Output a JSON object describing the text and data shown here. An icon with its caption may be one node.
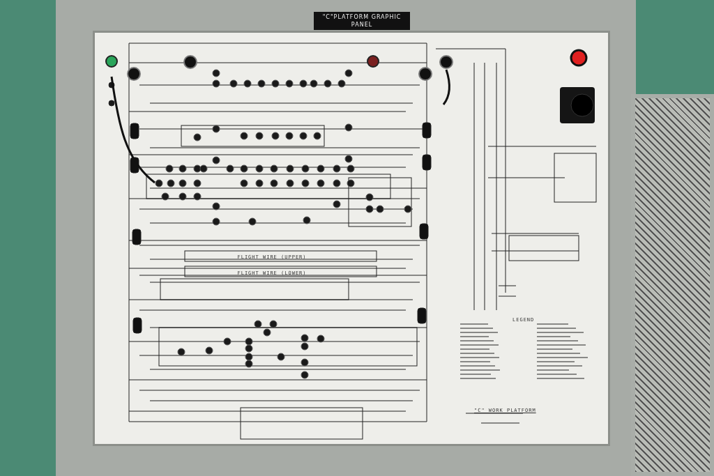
{
  "diagram": {
    "title": "\"C\"PLATFORM GRAPHIC PANEL",
    "labels": [
      "FLIGHT WIRE (UPPER)",
      "FLIGHT WIRE (LOWER)",
      "LEGEND",
      "\"C\" WORK PLATFORM"
    ]
  }
}
